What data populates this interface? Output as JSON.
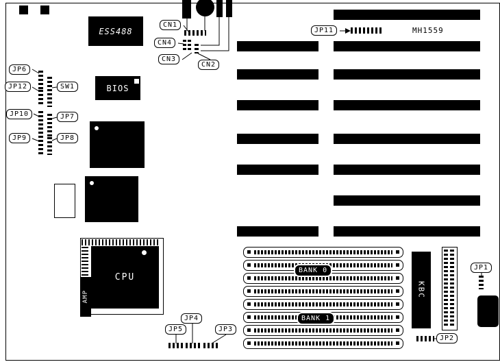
{
  "diagram": {
    "board_marking": "MH1559",
    "chips": {
      "ess488": "ESS488",
      "bios": "BIOS",
      "cpu": "CPU",
      "kbc": "KBC",
      "amp": "AMP"
    },
    "memory": {
      "bank0": "BANK 0",
      "bank1": "BANK 1"
    },
    "connectors": {
      "cn1": "CN1",
      "cn2": "CN2",
      "cn3": "CN3",
      "cn4": "CN4"
    },
    "jumpers": {
      "jp1": "JP1",
      "jp2": "JP2",
      "jp3": "JP3",
      "jp4": "JP4",
      "jp5": "JP5",
      "jp6": "JP6",
      "jp7": "JP7",
      "jp8": "JP8",
      "jp9": "JP9",
      "jp10": "JP10",
      "jp11": "JP11",
      "jp12": "JP12"
    },
    "switches": {
      "sw1": "SW1"
    }
  }
}
